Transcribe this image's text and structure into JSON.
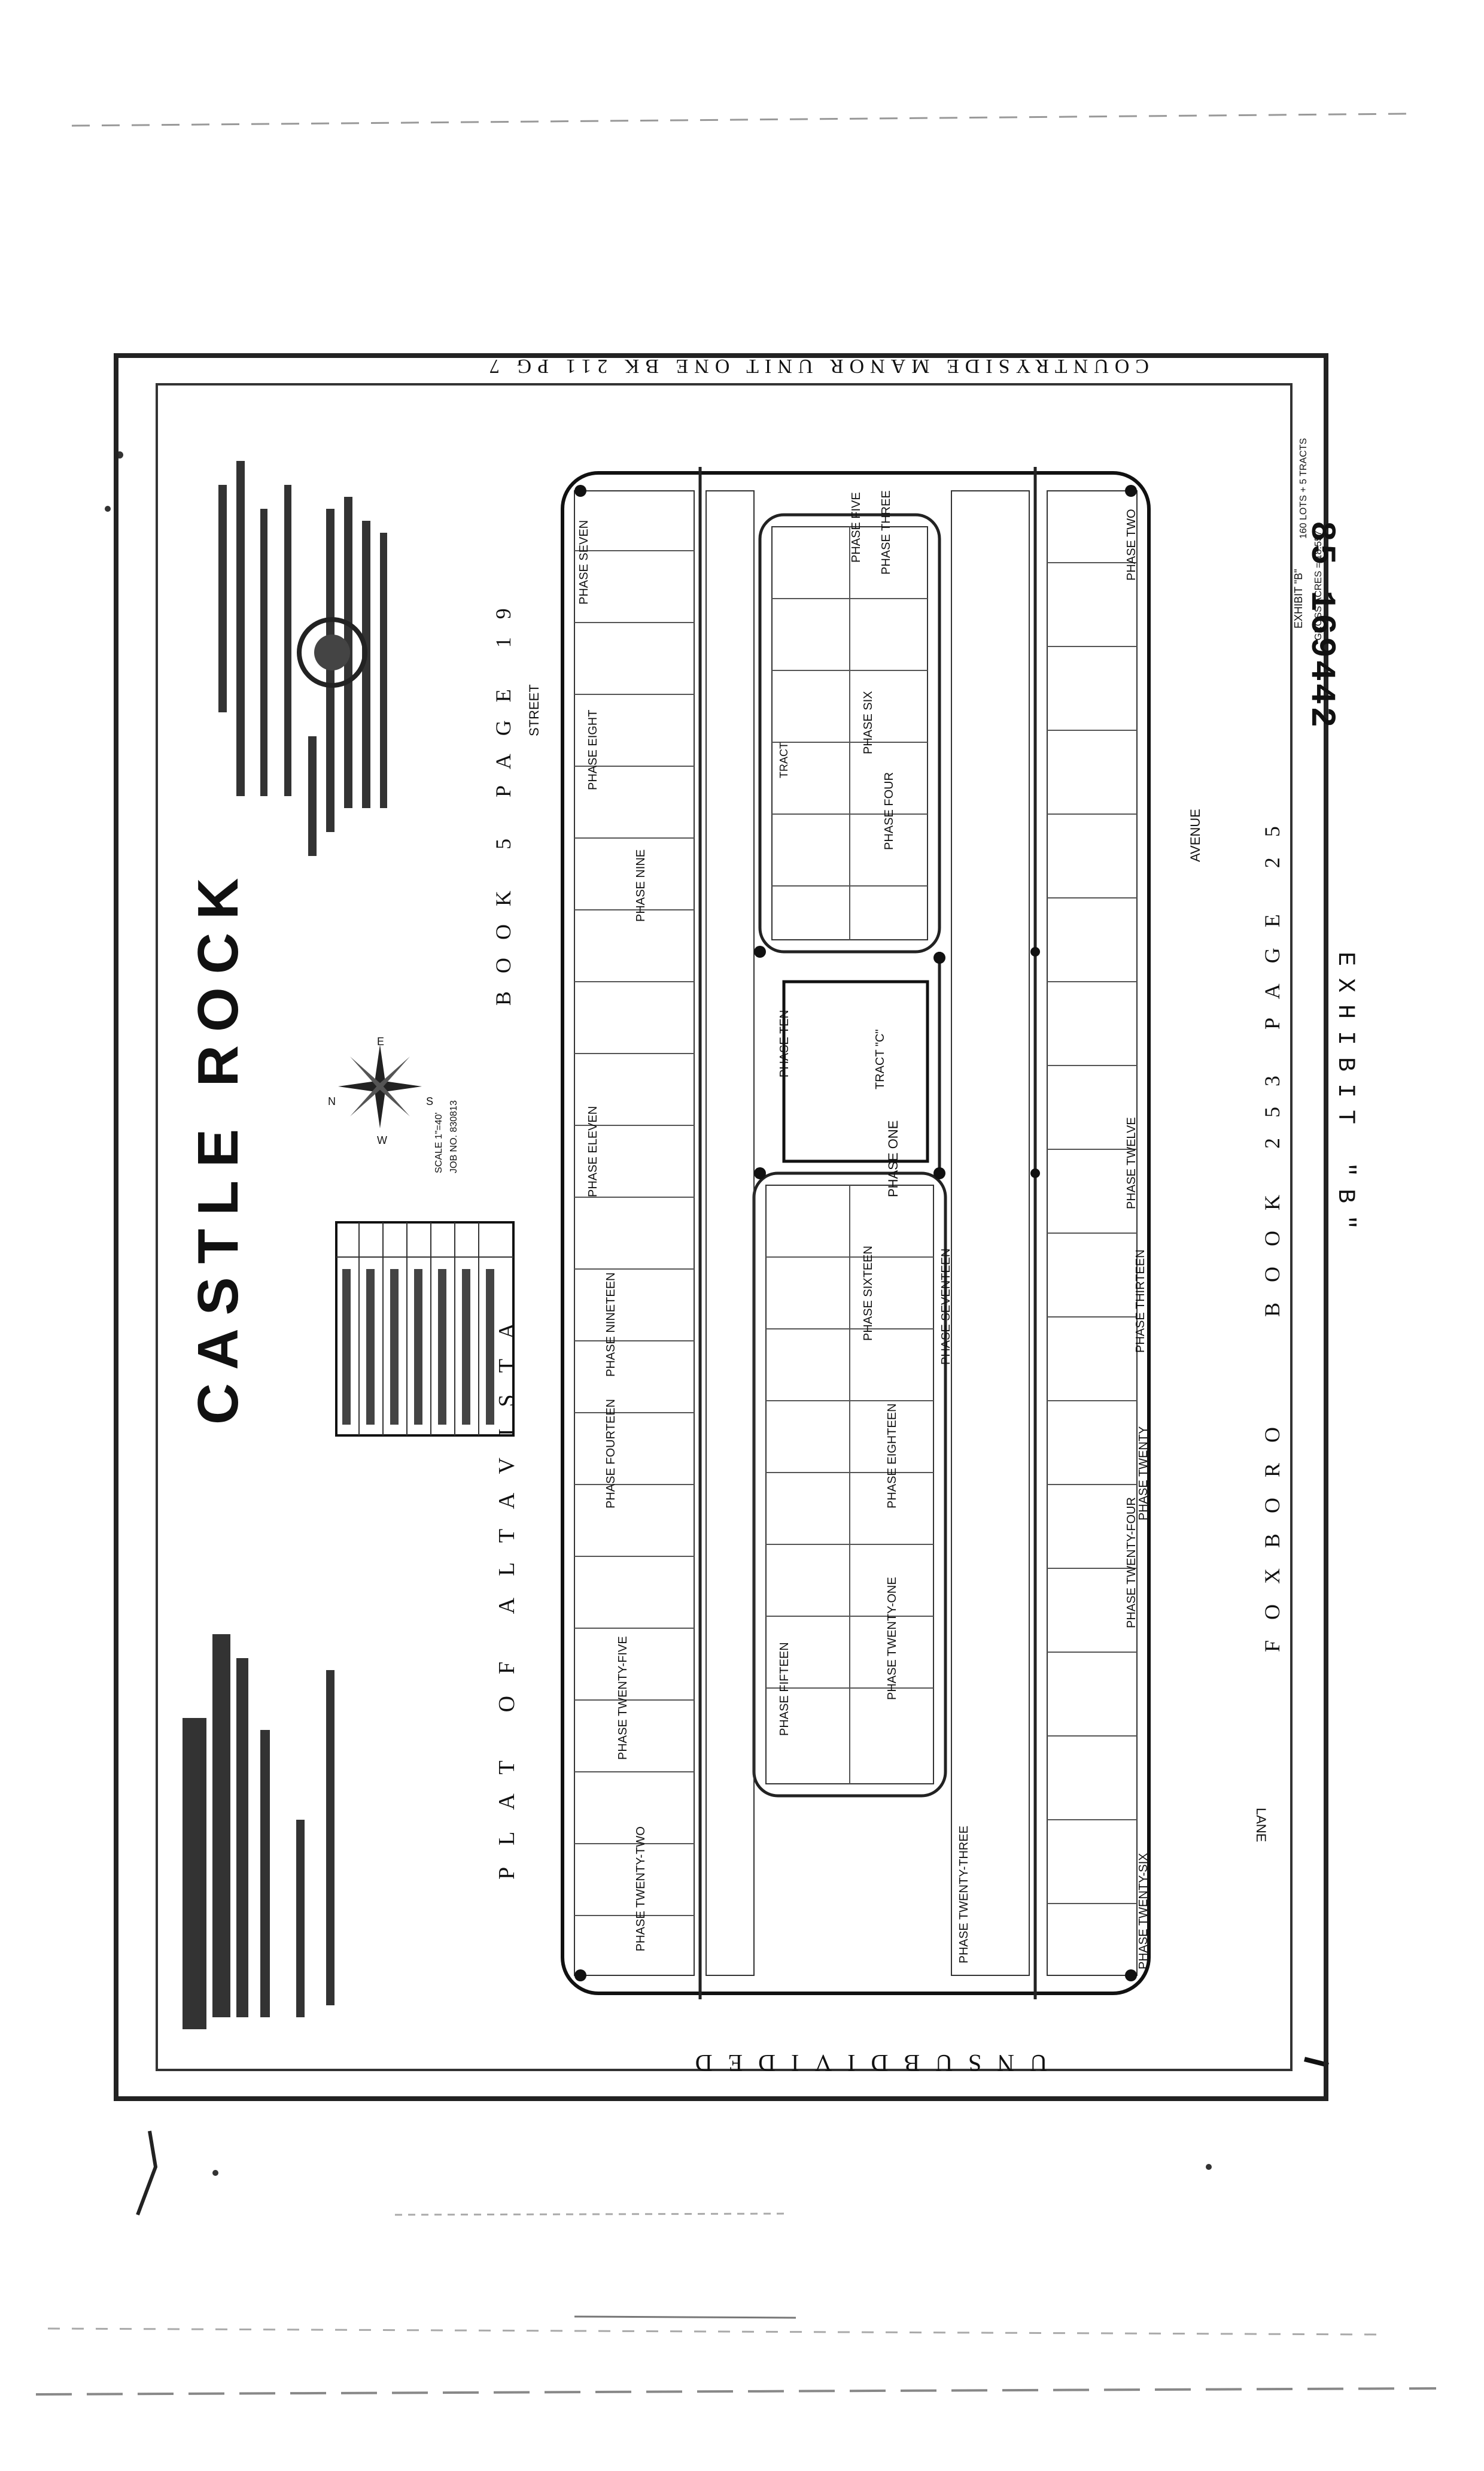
{
  "doc_number": "85 169442",
  "exhibit_right": "EXHIBIT \"B\"",
  "exhibit_small": "EXHIBIT \"B\"",
  "title": "CASTLE ROCK",
  "top_border": "COUNTRYSIDE MANOR UNIT ONE BK 211 PG 7",
  "bottom_border": "UNSUBDIVIDED",
  "left_road_label": "PLAT OF ALTAVISTA",
  "book_page_left": "BOOK 5 PAGE 19",
  "book_page_right": "BOOK 253 PAGE 25",
  "foxboro_label": "FOXBORO",
  "street_label": "STREET",
  "avenue_label": "AVENUE",
  "scale_label": "SCALE 1\"=40'",
  "job_label": "JOB NO. 830813",
  "corner_note": "GROSS ACRES = 18.557",
  "lots_note": "160 LOTS + 5 TRACTS",
  "compass": {
    "n": "N",
    "e": "E",
    "s": "S",
    "w": "W"
  },
  "phases": [
    "PHASE SEVEN",
    "PHASE FIVE",
    "PHASE THREE",
    "PHASE TWO",
    "PHASE SIX",
    "PHASE FOUR",
    "PHASE EIGHT",
    "PHASE NINE",
    "PHASE TEN",
    "PHASE ONE",
    "PHASE ELEVEN",
    "PHASE TWELVE",
    "PHASE THIRTEEN",
    "PHASE FOURTEEN",
    "PHASE FIFTEEN",
    "PHASE SIXTEEN",
    "PHASE SEVENTEEN",
    "PHASE EIGHTEEN",
    "PHASE NINETEEN",
    "PHASE TWENTY",
    "PHASE TWENTY-ONE",
    "PHASE TWENTY-TWO",
    "PHASE TWENTY-THREE",
    "PHASE TWENTY-FOUR",
    "PHASE TWENTY-FIVE",
    "PHASE TWENTY-SIX"
  ],
  "tract_c": "TRACT \"C\"",
  "tract_label": "TRACT",
  "lane_label": "LANE",
  "colors": {
    "ink": "#111111",
    "paper": "#ffffff",
    "line": "#333333"
  }
}
